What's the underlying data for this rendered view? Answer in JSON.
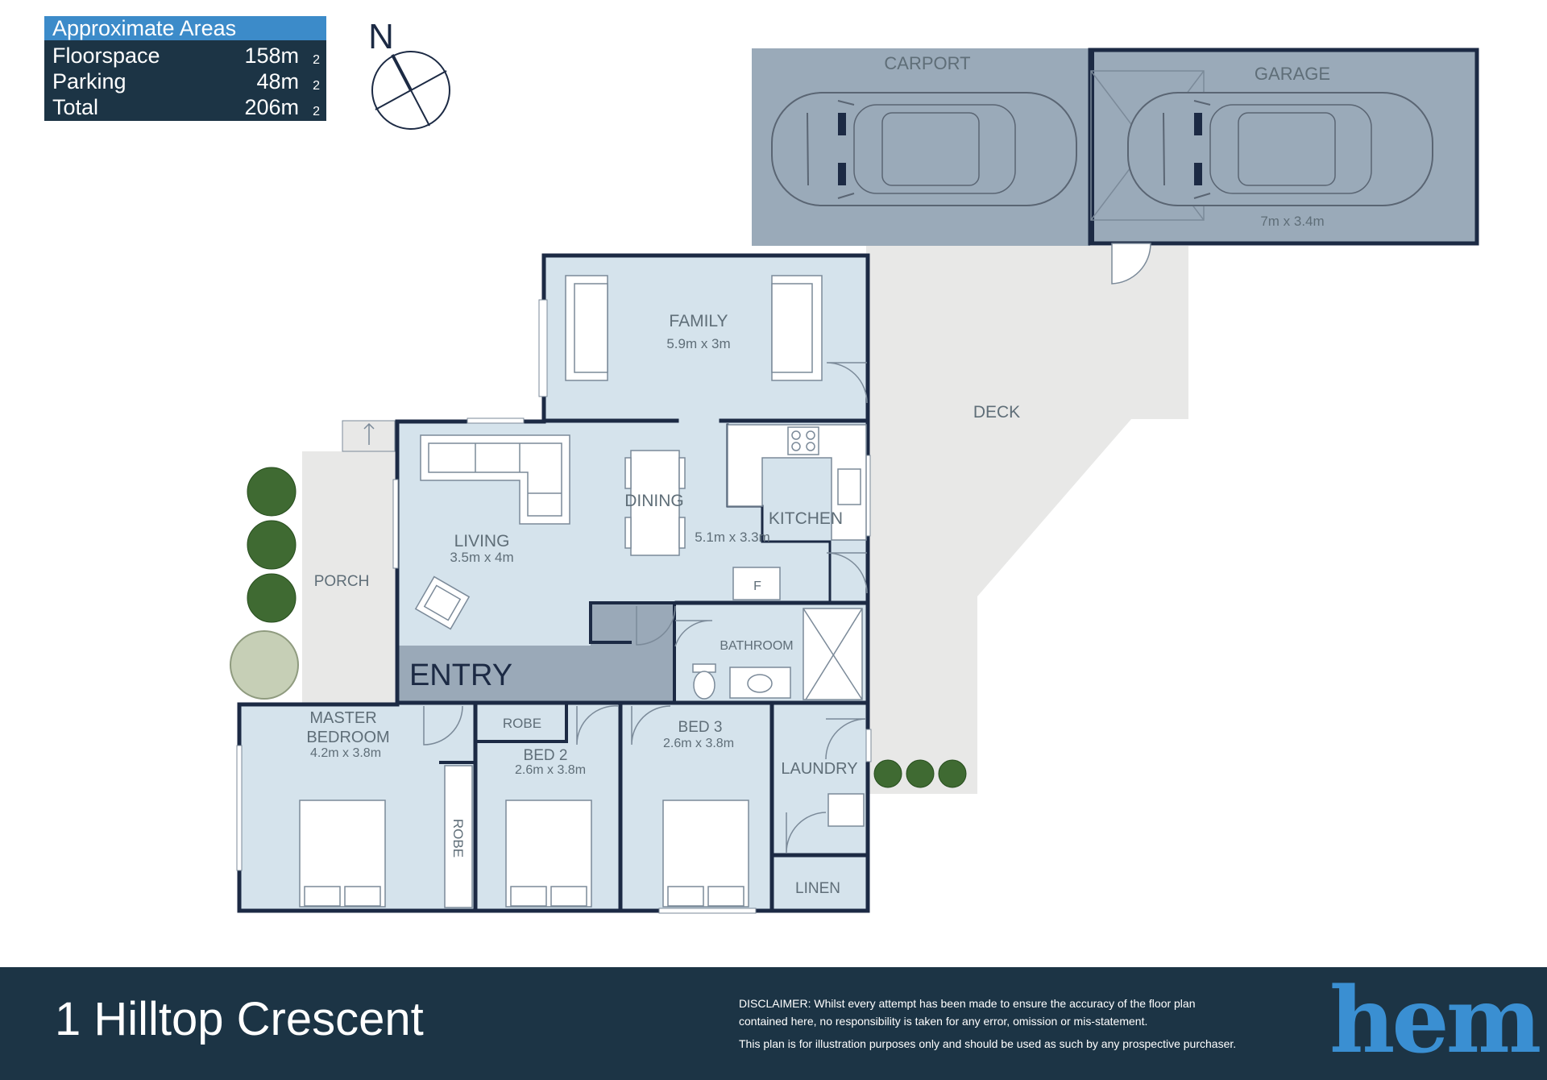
{
  "areas": {
    "header": "Approximate Areas",
    "rows": [
      {
        "label": "Floorspace",
        "value": "158m",
        "unit": "2"
      },
      {
        "label": "Parking",
        "value": "48m",
        "unit": "2"
      },
      {
        "label": "Total",
        "value": "206m",
        "unit": "2"
      }
    ]
  },
  "compass": {
    "label": "N"
  },
  "rooms": {
    "carport": "CARPORT",
    "garage": "GARAGE",
    "garage_dims": "7m x 3.4m",
    "family": "FAMILY",
    "family_dims": "5.9m x 3m",
    "deck": "DECK",
    "dining": "DINING",
    "kitchen": "KITCHEN",
    "kitchen_dims": "5.1m x 3.3m",
    "living": "LIVING",
    "living_dims": "3.5m x 4m",
    "porch": "PORCH",
    "fridge": "F",
    "entry": "ENTRY",
    "bathroom": "BATHROOM",
    "master_line1": "MASTER",
    "master_line2": "BEDROOM",
    "master_dims": "4.2m x 3.8m",
    "robe": "ROBE",
    "robe_side": "ROBE",
    "bed2": "BED 2",
    "bed2_dims": "2.6m x 3.8m",
    "bed3": "BED 3",
    "bed3_dims": "2.6m x 3.8m",
    "laundry": "LAUNDRY",
    "linen": "LINEN"
  },
  "footer": {
    "address": "1 Hilltop Crescent",
    "disclaimer_1": "DISCLAIMER: Whilst every attempt has been made to ensure the accuracy of the floor plan",
    "disclaimer_2": "contained here, no responsibility is taken for any error, omission or mis-statement.",
    "disclaimer_3": "This plan is for illustration purposes only and should be used as such by any prospective purchaser.",
    "logo": "hem"
  },
  "colors": {
    "room_fill": "#d5e3ec",
    "wall": "#1c2a44",
    "parking_fill": "#9aaab9",
    "entry_fill": "#9aa9b8",
    "deck_fill": "#e8e8e7",
    "footer_bg": "#1c3445",
    "accent": "#3c8bc9"
  }
}
